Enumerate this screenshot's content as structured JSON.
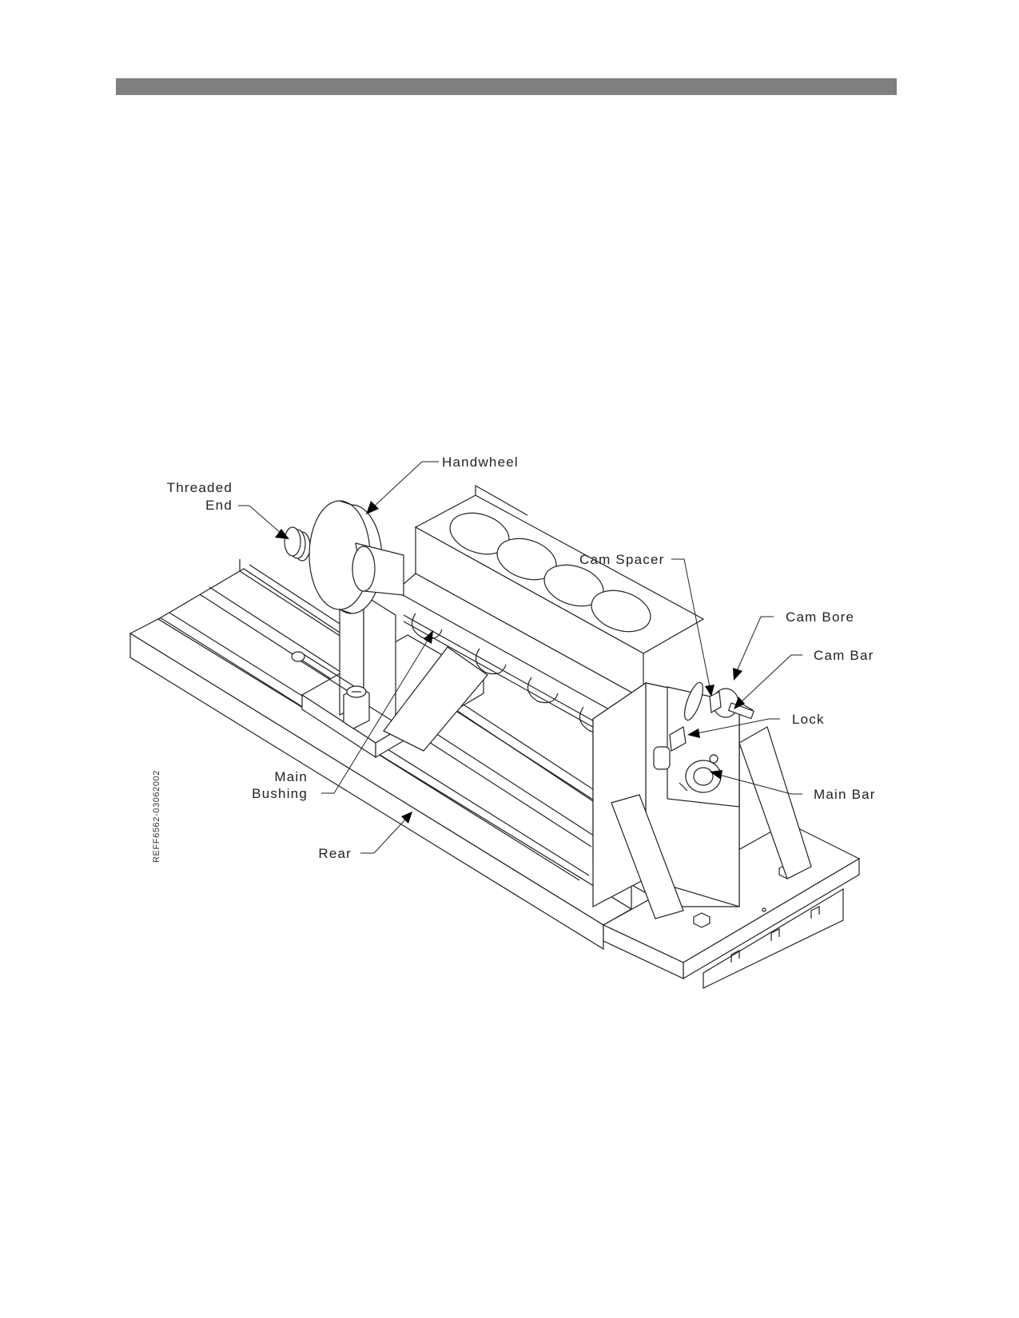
{
  "header": {
    "bar_color": "#7f7f7f"
  },
  "labels": {
    "handwheel": "Handwheel",
    "threaded_line1": "Threaded",
    "threaded_line2": "End",
    "cam_spacer": "Cam Spacer",
    "cam_bore": "Cam Bore",
    "cam_bar": "Cam Bar",
    "lock": "Lock",
    "main_bar": "Main Bar",
    "main_line1": "Main",
    "main_line2": "Bushing",
    "rear": "Rear"
  },
  "reference_code": "REFF6562-03062002"
}
